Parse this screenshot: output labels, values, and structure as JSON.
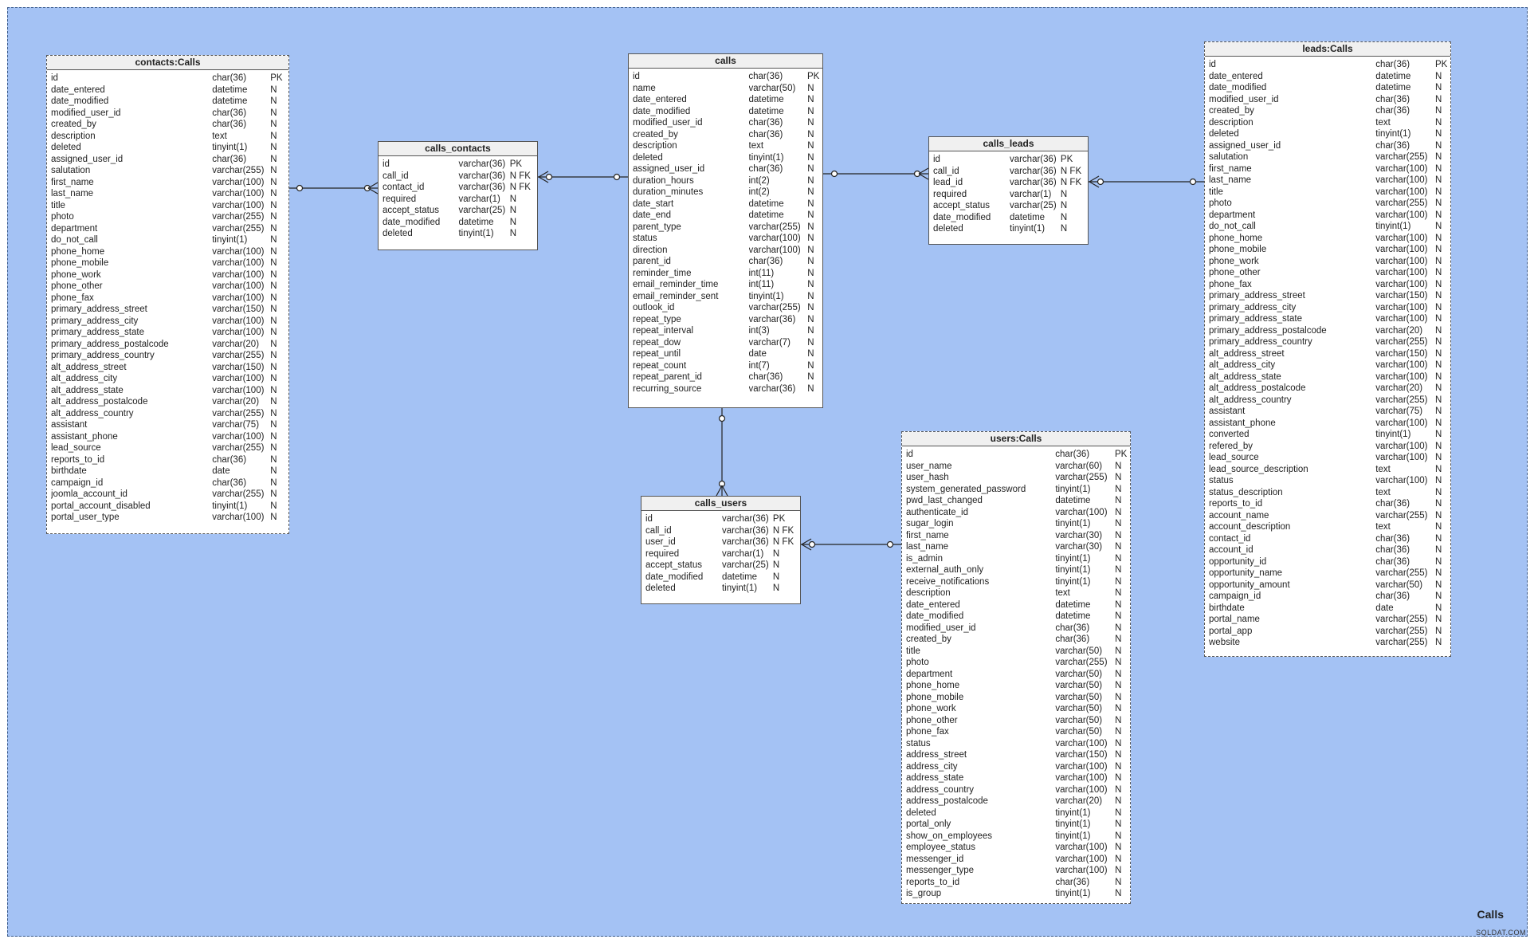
{
  "area_label": "Calls",
  "watermark": "SQLDAT.COM",
  "tables": {
    "contacts": {
      "title": "contacts:Calls",
      "columns": [
        [
          "id",
          "char(36)",
          "PK"
        ],
        [
          "date_entered",
          "datetime",
          "N"
        ],
        [
          "date_modified",
          "datetime",
          "N"
        ],
        [
          "modified_user_id",
          "char(36)",
          "N"
        ],
        [
          "created_by",
          "char(36)",
          "N"
        ],
        [
          "description",
          "text",
          "N"
        ],
        [
          "deleted",
          "tinyint(1)",
          "N"
        ],
        [
          "assigned_user_id",
          "char(36)",
          "N"
        ],
        [
          "salutation",
          "varchar(255)",
          "N"
        ],
        [
          "first_name",
          "varchar(100)",
          "N"
        ],
        [
          "last_name",
          "varchar(100)",
          "N"
        ],
        [
          "title",
          "varchar(100)",
          "N"
        ],
        [
          "photo",
          "varchar(255)",
          "N"
        ],
        [
          "department",
          "varchar(255)",
          "N"
        ],
        [
          "do_not_call",
          "tinyint(1)",
          "N"
        ],
        [
          "phone_home",
          "varchar(100)",
          "N"
        ],
        [
          "phone_mobile",
          "varchar(100)",
          "N"
        ],
        [
          "phone_work",
          "varchar(100)",
          "N"
        ],
        [
          "phone_other",
          "varchar(100)",
          "N"
        ],
        [
          "phone_fax",
          "varchar(100)",
          "N"
        ],
        [
          "primary_address_street",
          "varchar(150)",
          "N"
        ],
        [
          "primary_address_city",
          "varchar(100)",
          "N"
        ],
        [
          "primary_address_state",
          "varchar(100)",
          "N"
        ],
        [
          "primary_address_postalcode",
          "varchar(20)",
          "N"
        ],
        [
          "primary_address_country",
          "varchar(255)",
          "N"
        ],
        [
          "alt_address_street",
          "varchar(150)",
          "N"
        ],
        [
          "alt_address_city",
          "varchar(100)",
          "N"
        ],
        [
          "alt_address_state",
          "varchar(100)",
          "N"
        ],
        [
          "alt_address_postalcode",
          "varchar(20)",
          "N"
        ],
        [
          "alt_address_country",
          "varchar(255)",
          "N"
        ],
        [
          "assistant",
          "varchar(75)",
          "N"
        ],
        [
          "assistant_phone",
          "varchar(100)",
          "N"
        ],
        [
          "lead_source",
          "varchar(255)",
          "N"
        ],
        [
          "reports_to_id",
          "char(36)",
          "N"
        ],
        [
          "birthdate",
          "date",
          "N"
        ],
        [
          "campaign_id",
          "char(36)",
          "N"
        ],
        [
          "joomla_account_id",
          "varchar(255)",
          "N"
        ],
        [
          "portal_account_disabled",
          "tinyint(1)",
          "N"
        ],
        [
          "portal_user_type",
          "varchar(100)",
          "N"
        ]
      ]
    },
    "calls_contacts": {
      "title": "calls_contacts",
      "columns": [
        [
          "id",
          "varchar(36)",
          "PK"
        ],
        [
          "call_id",
          "varchar(36)",
          "N FK"
        ],
        [
          "contact_id",
          "varchar(36)",
          "N FK"
        ],
        [
          "required",
          "varchar(1)",
          "N"
        ],
        [
          "accept_status",
          "varchar(25)",
          "N"
        ],
        [
          "date_modified",
          "datetime",
          "N"
        ],
        [
          "deleted",
          "tinyint(1)",
          "N"
        ]
      ]
    },
    "calls": {
      "title": "calls",
      "columns": [
        [
          "id",
          "char(36)",
          "PK"
        ],
        [
          "name",
          "varchar(50)",
          "N"
        ],
        [
          "date_entered",
          "datetime",
          "N"
        ],
        [
          "date_modified",
          "datetime",
          "N"
        ],
        [
          "modified_user_id",
          "char(36)",
          "N"
        ],
        [
          "created_by",
          "char(36)",
          "N"
        ],
        [
          "description",
          "text",
          "N"
        ],
        [
          "deleted",
          "tinyint(1)",
          "N"
        ],
        [
          "assigned_user_id",
          "char(36)",
          "N"
        ],
        [
          "duration_hours",
          "int(2)",
          "N"
        ],
        [
          "duration_minutes",
          "int(2)",
          "N"
        ],
        [
          "date_start",
          "datetime",
          "N"
        ],
        [
          "date_end",
          "datetime",
          "N"
        ],
        [
          "parent_type",
          "varchar(255)",
          "N"
        ],
        [
          "status",
          "varchar(100)",
          "N"
        ],
        [
          "direction",
          "varchar(100)",
          "N"
        ],
        [
          "parent_id",
          "char(36)",
          "N"
        ],
        [
          "reminder_time",
          "int(11)",
          "N"
        ],
        [
          "email_reminder_time",
          "int(11)",
          "N"
        ],
        [
          "email_reminder_sent",
          "tinyint(1)",
          "N"
        ],
        [
          "outlook_id",
          "varchar(255)",
          "N"
        ],
        [
          "repeat_type",
          "varchar(36)",
          "N"
        ],
        [
          "repeat_interval",
          "int(3)",
          "N"
        ],
        [
          "repeat_dow",
          "varchar(7)",
          "N"
        ],
        [
          "repeat_until",
          "date",
          "N"
        ],
        [
          "repeat_count",
          "int(7)",
          "N"
        ],
        [
          "repeat_parent_id",
          "char(36)",
          "N"
        ],
        [
          "recurring_source",
          "varchar(36)",
          "N"
        ]
      ]
    },
    "calls_leads": {
      "title": "calls_leads",
      "columns": [
        [
          "id",
          "varchar(36)",
          "PK"
        ],
        [
          "call_id",
          "varchar(36)",
          "N FK"
        ],
        [
          "lead_id",
          "varchar(36)",
          "N FK"
        ],
        [
          "required",
          "varchar(1)",
          "N"
        ],
        [
          "accept_status",
          "varchar(25)",
          "N"
        ],
        [
          "date_modified",
          "datetime",
          "N"
        ],
        [
          "deleted",
          "tinyint(1)",
          "N"
        ]
      ]
    },
    "calls_users": {
      "title": "calls_users",
      "columns": [
        [
          "id",
          "varchar(36)",
          "PK"
        ],
        [
          "call_id",
          "varchar(36)",
          "N FK"
        ],
        [
          "user_id",
          "varchar(36)",
          "N FK"
        ],
        [
          "required",
          "varchar(1)",
          "N"
        ],
        [
          "accept_status",
          "varchar(25)",
          "N"
        ],
        [
          "date_modified",
          "datetime",
          "N"
        ],
        [
          "deleted",
          "tinyint(1)",
          "N"
        ]
      ]
    },
    "users": {
      "title": "users:Calls",
      "columns": [
        [
          "id",
          "char(36)",
          "PK"
        ],
        [
          "user_name",
          "varchar(60)",
          "N"
        ],
        [
          "user_hash",
          "varchar(255)",
          "N"
        ],
        [
          "system_generated_password",
          "tinyint(1)",
          "N"
        ],
        [
          "pwd_last_changed",
          "datetime",
          "N"
        ],
        [
          "authenticate_id",
          "varchar(100)",
          "N"
        ],
        [
          "sugar_login",
          "tinyint(1)",
          "N"
        ],
        [
          "first_name",
          "varchar(30)",
          "N"
        ],
        [
          "last_name",
          "varchar(30)",
          "N"
        ],
        [
          "is_admin",
          "tinyint(1)",
          "N"
        ],
        [
          "external_auth_only",
          "tinyint(1)",
          "N"
        ],
        [
          "receive_notifications",
          "tinyint(1)",
          "N"
        ],
        [
          "description",
          "text",
          "N"
        ],
        [
          "date_entered",
          "datetime",
          "N"
        ],
        [
          "date_modified",
          "datetime",
          "N"
        ],
        [
          "modified_user_id",
          "char(36)",
          "N"
        ],
        [
          "created_by",
          "char(36)",
          "N"
        ],
        [
          "title",
          "varchar(50)",
          "N"
        ],
        [
          "photo",
          "varchar(255)",
          "N"
        ],
        [
          "department",
          "varchar(50)",
          "N"
        ],
        [
          "phone_home",
          "varchar(50)",
          "N"
        ],
        [
          "phone_mobile",
          "varchar(50)",
          "N"
        ],
        [
          "phone_work",
          "varchar(50)",
          "N"
        ],
        [
          "phone_other",
          "varchar(50)",
          "N"
        ],
        [
          "phone_fax",
          "varchar(50)",
          "N"
        ],
        [
          "status",
          "varchar(100)",
          "N"
        ],
        [
          "address_street",
          "varchar(150)",
          "N"
        ],
        [
          "address_city",
          "varchar(100)",
          "N"
        ],
        [
          "address_state",
          "varchar(100)",
          "N"
        ],
        [
          "address_country",
          "varchar(100)",
          "N"
        ],
        [
          "address_postalcode",
          "varchar(20)",
          "N"
        ],
        [
          "deleted",
          "tinyint(1)",
          "N"
        ],
        [
          "portal_only",
          "tinyint(1)",
          "N"
        ],
        [
          "show_on_employees",
          "tinyint(1)",
          "N"
        ],
        [
          "employee_status",
          "varchar(100)",
          "N"
        ],
        [
          "messenger_id",
          "varchar(100)",
          "N"
        ],
        [
          "messenger_type",
          "varchar(100)",
          "N"
        ],
        [
          "reports_to_id",
          "char(36)",
          "N"
        ],
        [
          "is_group",
          "tinyint(1)",
          "N"
        ]
      ]
    },
    "leads": {
      "title": "leads:Calls",
      "columns": [
        [
          "id",
          "char(36)",
          "PK"
        ],
        [
          "date_entered",
          "datetime",
          "N"
        ],
        [
          "date_modified",
          "datetime",
          "N"
        ],
        [
          "modified_user_id",
          "char(36)",
          "N"
        ],
        [
          "created_by",
          "char(36)",
          "N"
        ],
        [
          "description",
          "text",
          "N"
        ],
        [
          "deleted",
          "tinyint(1)",
          "N"
        ],
        [
          "assigned_user_id",
          "char(36)",
          "N"
        ],
        [
          "salutation",
          "varchar(255)",
          "N"
        ],
        [
          "first_name",
          "varchar(100)",
          "N"
        ],
        [
          "last_name",
          "varchar(100)",
          "N"
        ],
        [
          "title",
          "varchar(100)",
          "N"
        ],
        [
          "photo",
          "varchar(255)",
          "N"
        ],
        [
          "department",
          "varchar(100)",
          "N"
        ],
        [
          "do_not_call",
          "tinyint(1)",
          "N"
        ],
        [
          "phone_home",
          "varchar(100)",
          "N"
        ],
        [
          "phone_mobile",
          "varchar(100)",
          "N"
        ],
        [
          "phone_work",
          "varchar(100)",
          "N"
        ],
        [
          "phone_other",
          "varchar(100)",
          "N"
        ],
        [
          "phone_fax",
          "varchar(100)",
          "N"
        ],
        [
          "primary_address_street",
          "varchar(150)",
          "N"
        ],
        [
          "primary_address_city",
          "varchar(100)",
          "N"
        ],
        [
          "primary_address_state",
          "varchar(100)",
          "N"
        ],
        [
          "primary_address_postalcode",
          "varchar(20)",
          "N"
        ],
        [
          "primary_address_country",
          "varchar(255)",
          "N"
        ],
        [
          "alt_address_street",
          "varchar(150)",
          "N"
        ],
        [
          "alt_address_city",
          "varchar(100)",
          "N"
        ],
        [
          "alt_address_state",
          "varchar(100)",
          "N"
        ],
        [
          "alt_address_postalcode",
          "varchar(20)",
          "N"
        ],
        [
          "alt_address_country",
          "varchar(255)",
          "N"
        ],
        [
          "assistant",
          "varchar(75)",
          "N"
        ],
        [
          "assistant_phone",
          "varchar(100)",
          "N"
        ],
        [
          "converted",
          "tinyint(1)",
          "N"
        ],
        [
          "refered_by",
          "varchar(100)",
          "N"
        ],
        [
          "lead_source",
          "varchar(100)",
          "N"
        ],
        [
          "lead_source_description",
          "text",
          "N"
        ],
        [
          "status",
          "varchar(100)",
          "N"
        ],
        [
          "status_description",
          "text",
          "N"
        ],
        [
          "reports_to_id",
          "char(36)",
          "N"
        ],
        [
          "account_name",
          "varchar(255)",
          "N"
        ],
        [
          "account_description",
          "text",
          "N"
        ],
        [
          "contact_id",
          "char(36)",
          "N"
        ],
        [
          "account_id",
          "char(36)",
          "N"
        ],
        [
          "opportunity_id",
          "char(36)",
          "N"
        ],
        [
          "opportunity_name",
          "varchar(255)",
          "N"
        ],
        [
          "opportunity_amount",
          "varchar(50)",
          "N"
        ],
        [
          "campaign_id",
          "char(36)",
          "N"
        ],
        [
          "birthdate",
          "date",
          "N"
        ],
        [
          "portal_name",
          "varchar(255)",
          "N"
        ],
        [
          "portal_app",
          "varchar(255)",
          "N"
        ],
        [
          "website",
          "varchar(255)",
          "N"
        ]
      ]
    }
  }
}
